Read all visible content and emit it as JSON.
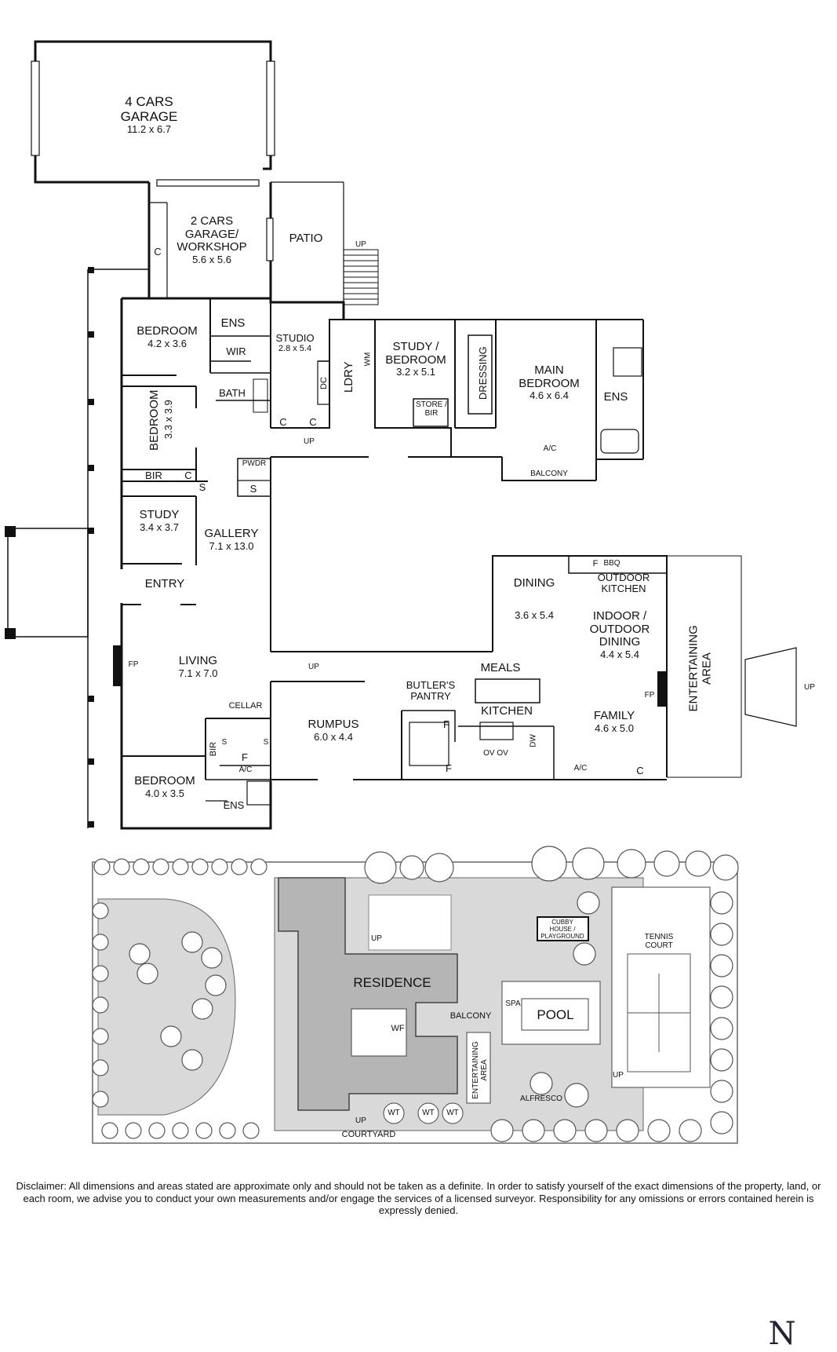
{
  "rooms": {
    "garage4": {
      "name": "4 CARS\nGARAGE",
      "dims": "11.2 x 6.7"
    },
    "garage2": {
      "name": "2 CARS\nGARAGE/\nWORKSHOP",
      "dims": "5.6 x 5.6"
    },
    "patio": {
      "name": "PATIO"
    },
    "bedroom1": {
      "name": "BEDROOM",
      "dims": "4.2 x 3.6"
    },
    "ens1": {
      "name": "ENS"
    },
    "wir": {
      "name": "WIR"
    },
    "bath": {
      "name": "BATH"
    },
    "studio": {
      "name": "STUDIO",
      "dims": "2.8 x 5.4"
    },
    "ldry": {
      "name": "LDRY"
    },
    "dc": {
      "name": "DC"
    },
    "wm": {
      "name": "WM"
    },
    "study_bedroom": {
      "name": "STUDY /\nBEDROOM",
      "dims": "3.2 x 5.1"
    },
    "store_bir": {
      "name": "STORE /\nBIR"
    },
    "dressing": {
      "name": "DRESSING"
    },
    "main_bedroom": {
      "name": "MAIN\nBEDROOM",
      "dims": "4.6 x 6.4"
    },
    "ens_main": {
      "name": "ENS"
    },
    "balcony": {
      "name": "BALCONY"
    },
    "ac1": {
      "name": "A/C"
    },
    "bedroom2": {
      "name": "BEDROOM",
      "dims": "3.3 x 3.9"
    },
    "bir1": {
      "name": "BIR"
    },
    "pwdr": {
      "name": "PWDR"
    },
    "study": {
      "name": "STUDY",
      "dims": "3.4 x 3.7"
    },
    "gallery": {
      "name": "GALLERY",
      "dims": "7.1 x 13.0"
    },
    "entry": {
      "name": "ENTRY"
    },
    "living": {
      "name": "LIVING",
      "dims": "7.1 x 7.0"
    },
    "fp1": {
      "name": "FP"
    },
    "cellar": {
      "name": "CELLAR"
    },
    "bir2": {
      "name": "BIR"
    },
    "bedroom3": {
      "name": "BEDROOM",
      "dims": "4.0 x 3.5"
    },
    "ens3": {
      "name": "ENS"
    },
    "rumpus": {
      "name": "RUMPUS",
      "dims": "6.0 x 4.4"
    },
    "butlers": {
      "name": "BUTLER'S\nPANTRY"
    },
    "meals": {
      "name": "MEALS"
    },
    "kitchen": {
      "name": "KITCHEN"
    },
    "dining": {
      "name": "DINING",
      "dims": "3.6 x 5.4"
    },
    "outdoor_kitchen": {
      "name": "OUTDOOR\nKITCHEN"
    },
    "bbq": {
      "name": "BBQ"
    },
    "indoor_outdoor": {
      "name": "INDOOR /\nOUTDOOR\nDINING",
      "dims": "4.4 x 5.4"
    },
    "family": {
      "name": "FAMILY",
      "dims": "4.6 x 5.0"
    },
    "fp2": {
      "name": "FP"
    },
    "entertaining": {
      "name": "ENTERTAINING\nAREA"
    },
    "ov": {
      "name": "OV  OV"
    },
    "dw": {
      "name": "DW"
    },
    "ac2": {
      "name": "A/C"
    },
    "ac3": {
      "name": "A/C"
    }
  },
  "marks": {
    "c": "C",
    "s": "S",
    "f": "F",
    "up": "UP"
  },
  "site": {
    "residence": "RESIDENCE",
    "balcony": "BALCONY",
    "wf": "WF",
    "pool": "POOL",
    "spa": "SPA",
    "tennis": "TENNIS\nCOURT",
    "cubby": "CUBBY\nHOUSE /\nPLAYGROUND",
    "entertaining": "ENTERTAINING\nAREA",
    "alfresco": "ALFRESCO",
    "courtyard": "COURTYARD",
    "wt": "WT",
    "up": "UP",
    "north": "N"
  },
  "disclaimer": "Disclaimer: All dimensions and areas stated are approximate only and should not be taken as a definite. In order to satisfy yourself of the exact dimensions of the property, land, or each room, we advise you to conduct your own measurements and/or engage the services of a licensed surveyor. Responsibility for any omissions or errors contained herein is expressly denied.",
  "colors": {
    "wall": "#111111",
    "site_fill": "#d9d9d9",
    "residence_fill": "#b5b5b5",
    "tree": "#555555"
  }
}
